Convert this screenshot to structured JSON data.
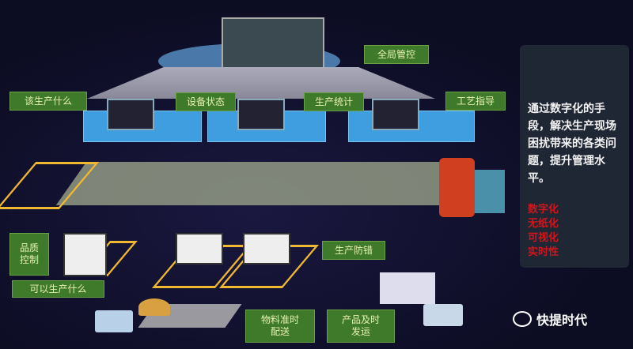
{
  "labels": {
    "global_control": "全局管控",
    "what_to_produce": "该生产什么",
    "equipment_status": "设备状态",
    "production_stats": "生产统计",
    "process_guidance": "工艺指导",
    "quality_control": "品质控制",
    "what_can_produce": "可以生产什么",
    "error_proofing": "生产防错",
    "material_delivery": "物料准时配送",
    "product_shipping": "产品及时发运"
  },
  "panel": {
    "description": "通过数字化的手段，解决生产现场困扰带来的各类问题，提升管理水平。",
    "features": [
      "数字化",
      "无纸化",
      "可视化",
      "实时性"
    ]
  },
  "watermark": "快提时代",
  "colors": {
    "label_bg": "#3e7a2a",
    "pad_outline": "#f0b830",
    "hall_blue": "#3e9ee0",
    "feature_red": "#d0161c"
  }
}
